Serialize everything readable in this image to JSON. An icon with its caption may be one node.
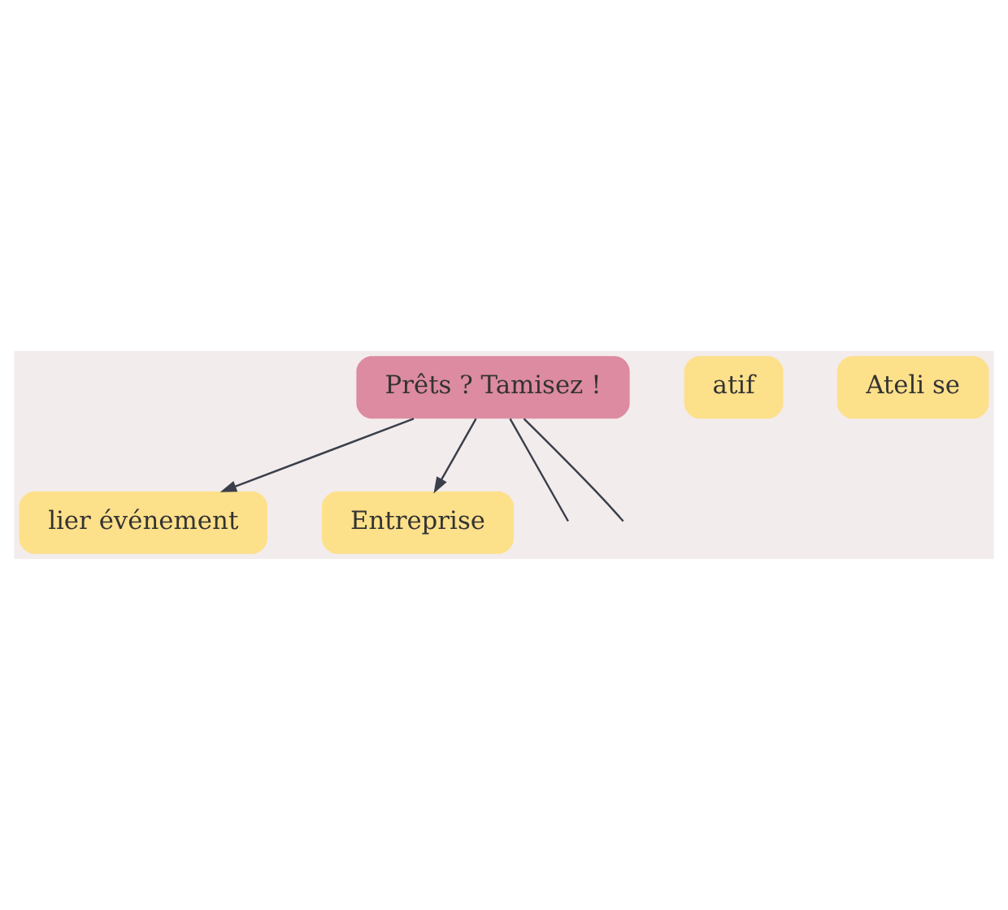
{
  "diagram": {
    "nodes": [
      {
        "text": [
          "Prêts ? Tamisez !"
        ]
      },
      {
        "text": [
          "atif"
        ]
      },
      {
        "text": [
          "Ateli se"
        ]
      },
      {
        "text": [
          "lier événement"
        ]
      },
      {
        "text": [
          "Entreprise"
        ]
      }
    ],
    "edges": [
      {
        "from": 0,
        "to": null,
        "arrow": "none"
      },
      {
        "from": 0,
        "to": null,
        "arrow": "none"
      },
      {
        "from": 0,
        "to": 3,
        "arrow": "to"
      },
      {
        "from": 0,
        "to": 4,
        "arrow": "to"
      }
    ]
  }
}
